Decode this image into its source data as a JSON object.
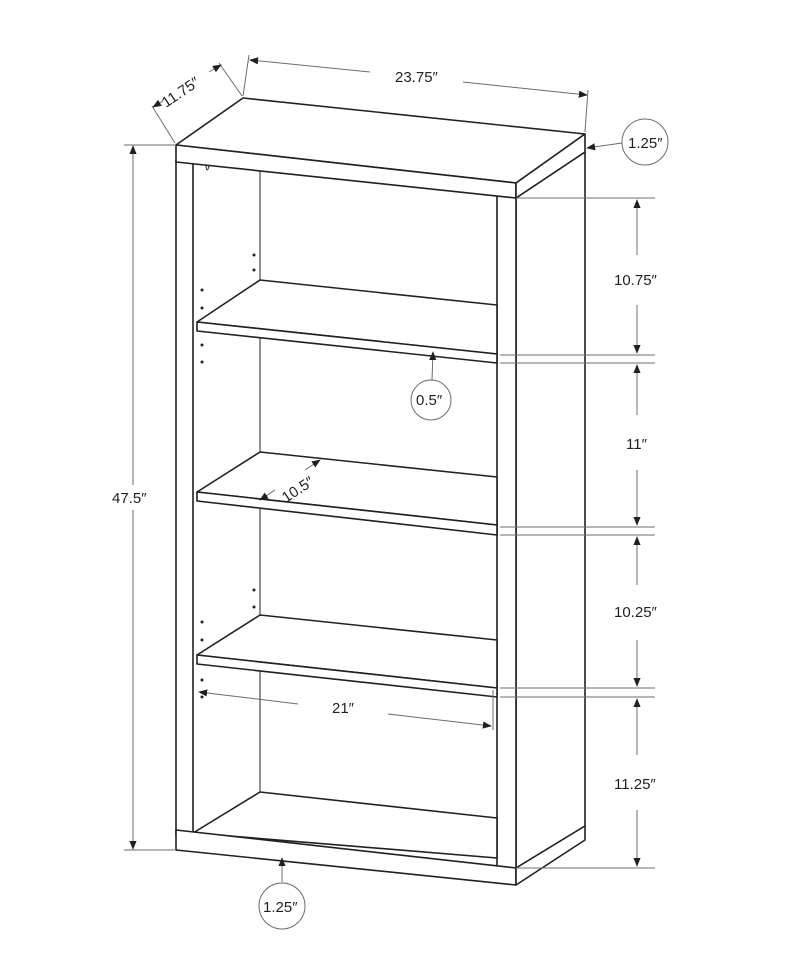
{
  "diagram": {
    "dimensions": {
      "width": "23.75″",
      "depth": "11.75″",
      "height": "47.5″",
      "top_thickness": "1.25″",
      "shelf_thickness": "0.5″",
      "shelf_depth": "10.5″",
      "inner_width": "21″",
      "base_thickness": "1.25″",
      "gap_1": "10.75″",
      "gap_2": "11″",
      "gap_3": "10.25″",
      "gap_4": "11.25″"
    },
    "line_color": "#231f20"
  }
}
